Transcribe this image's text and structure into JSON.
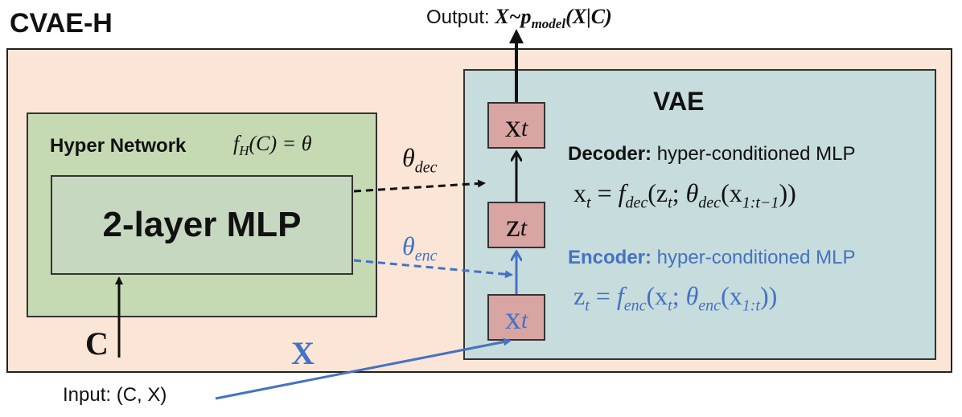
{
  "title": "CVAE-H",
  "output": {
    "prefix": "Output: ",
    "formula_main": "X~p",
    "formula_sub": "model",
    "formula_tail": "(X|C)"
  },
  "hyper_network": {
    "title": "Hyper Network",
    "formula_f": "f",
    "formula_sub": "H",
    "formula_tail": "(C) = θ",
    "mlp_label": "2-layer MLP"
  },
  "vae": {
    "title": "VAE",
    "node_x": "x",
    "node_z": "z",
    "node_sub": "t",
    "decoder": {
      "label_bold": "Decoder:",
      "label_rest": " hyper-conditioned MLP",
      "formula_lhs": "x",
      "formula_lhs_sub": "t",
      "formula_eq": " = ",
      "formula_f": "f",
      "formula_f_sub": "dec",
      "formula_arg_open": "(z",
      "formula_arg_sub": "t",
      "formula_sep": "; ",
      "formula_theta": "θ",
      "formula_theta_sub": "dec",
      "formula_inner_open": "(x",
      "formula_inner_sub": "1:t−1",
      "formula_close": "))"
    },
    "encoder": {
      "label_bold": "Encoder:",
      "label_rest": " hyper-conditioned MLP",
      "formula_lhs": "z",
      "formula_lhs_sub": "t",
      "formula_eq": " = ",
      "formula_f": "f",
      "formula_f_sub": "enc",
      "formula_arg_open": "(x",
      "formula_arg_sub": "t",
      "formula_sep": "; ",
      "formula_theta": "θ",
      "formula_theta_sub": "enc",
      "formula_inner_open": "(x",
      "formula_inner_sub": "1:t",
      "formula_close": "))"
    }
  },
  "connections": {
    "theta_dec": "θ",
    "theta_dec_sub": "dec",
    "theta_enc": "θ",
    "theta_enc_sub": "enc",
    "c_label": "C",
    "x_label": "X",
    "input_label": "Input: (C, X)"
  },
  "colors": {
    "outer_bg": "#fbe5d6",
    "hyper_bg": "#c5d9b3",
    "mlp_bg": "#c6d9c0",
    "vae_bg": "#c7dcdc",
    "node_bg": "#d9a5a3",
    "encoder_blue": "#4472c4"
  }
}
